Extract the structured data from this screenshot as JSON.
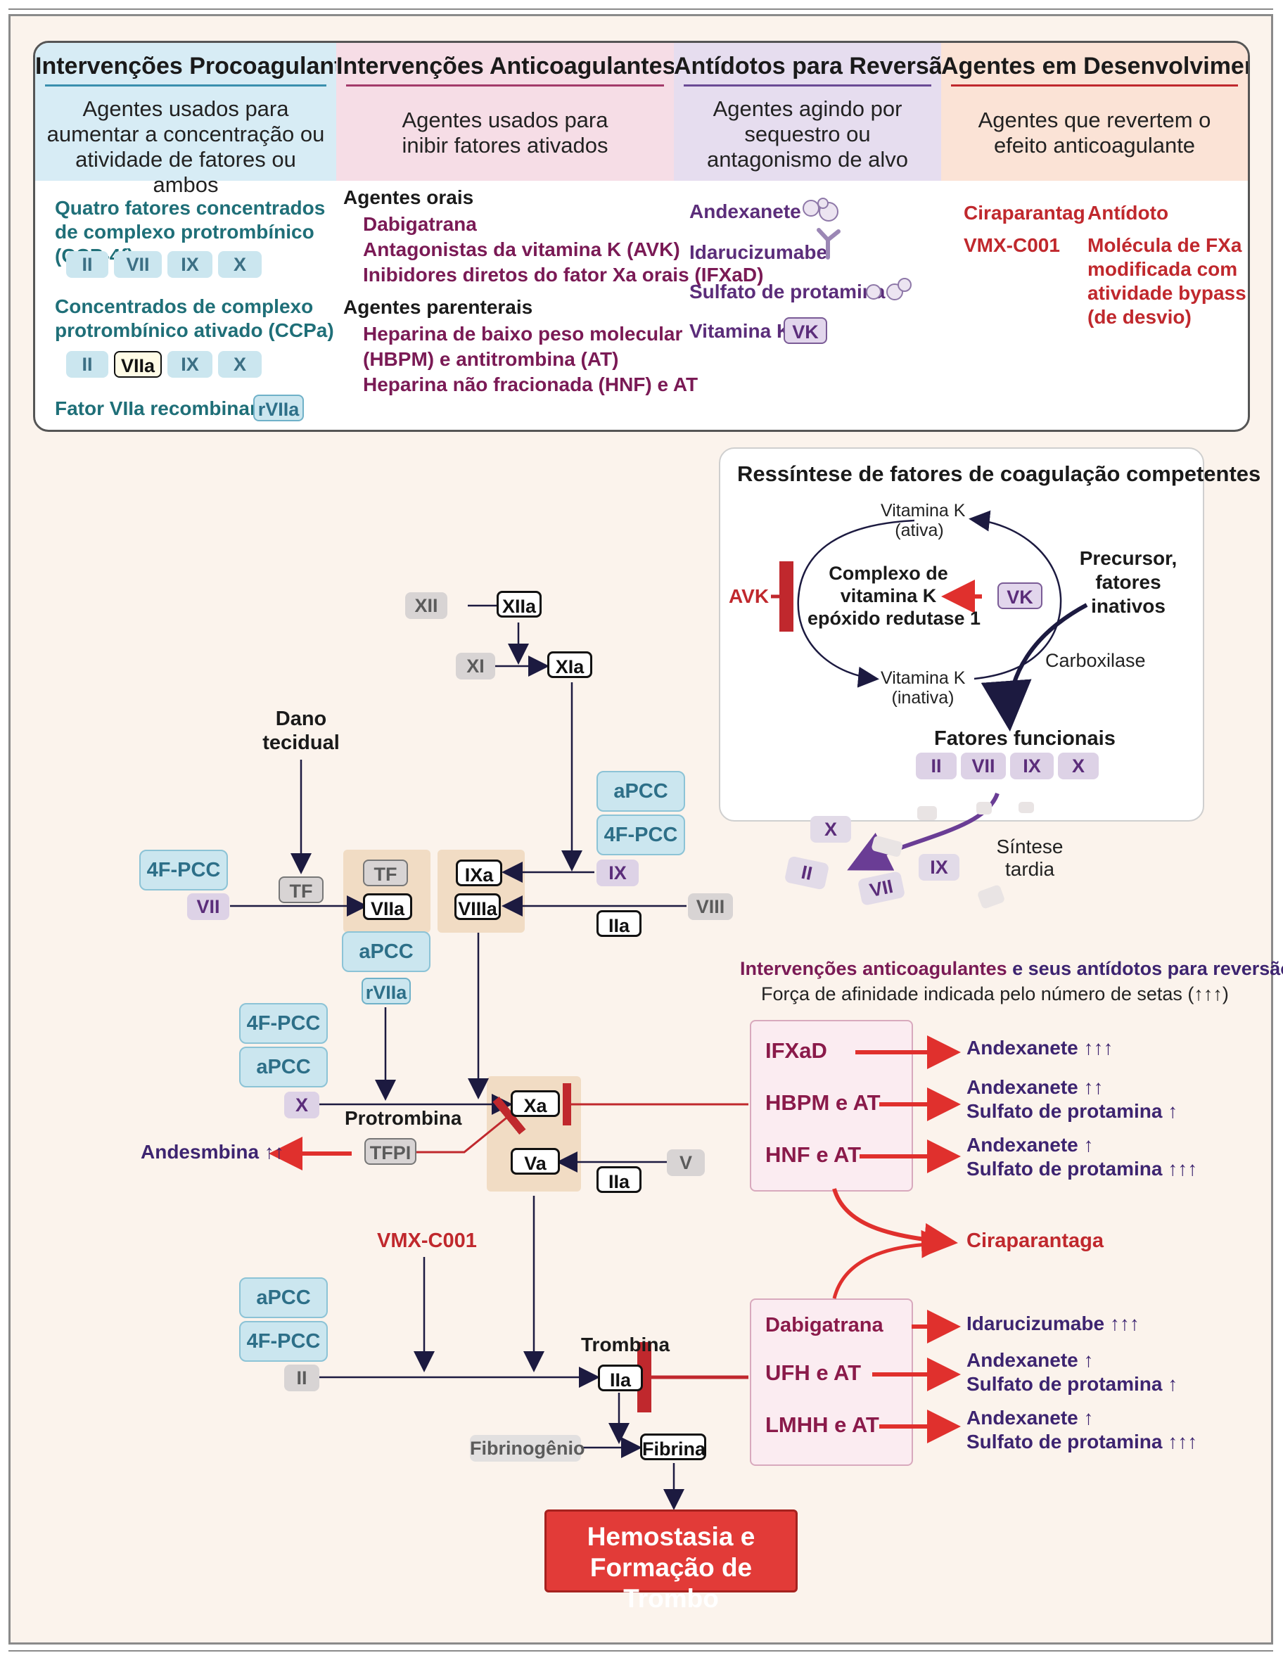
{
  "header": {
    "columns": [
      {
        "title": "Intervenções Procoagulantes",
        "subtitle": "Agentes usados para aumentar a concentração ou atividade de fatores ou ambos",
        "color": "#d7ecf5",
        "rule": "#3a8fae"
      },
      {
        "title": "Intervenções Anticoagulantes",
        "subtitle": "Agentes usados para inibir fatores ativados",
        "color": "#f6dde6",
        "rule": "#a33a6a"
      },
      {
        "title": "Antídotos para Reversão",
        "subtitle": "Agentes agindo por sequestro ou antagonismo de alvo",
        "color": "#e6ddef",
        "rule": "#6a4a95"
      },
      {
        "title": "Agentes em Desenvolvimento",
        "subtitle": "Agentes que revertem o efeito anticoagulante",
        "color": "#fbe3d6",
        "rule": "#c0282d"
      }
    ]
  },
  "procoag": {
    "ccp4f_label": "Quatro fatores concentrados de complexo protrombínico (CCP-4f)",
    "ccp4f_factors": [
      "II",
      "VII",
      "IX",
      "X"
    ],
    "ccpa_label": "Concentrados de complexo protrombínico ativado (CCPa)",
    "ccpa_factors": [
      "II",
      "VIIa",
      "IX",
      "X"
    ],
    "rviia_label": "Fator VIIa recombinante",
    "rviia_chip": "rVIIa"
  },
  "anticoag": {
    "oral_heading": "Agentes orais",
    "oral_items": [
      "Dabigatrana",
      "Antagonistas da vitamina K (AVK)",
      "Inibidores diretos do fator Xa orais (IFXaD)"
    ],
    "parenteral_heading": "Agentes parenterais",
    "parenteral_items": [
      "Heparina de baixo peso molecular",
      "(HBPM) e antitrombina (AT)",
      "Heparina não fracionada (HNF) e AT"
    ]
  },
  "antidotes": {
    "items": [
      "Andexanete",
      "Idarucizumabe",
      "Sulfato de protamina",
      "Vitamina K"
    ],
    "vk_chip": "VK"
  },
  "development": {
    "left": [
      "Ciraparantag",
      "VMX-C001"
    ],
    "right_title": "Antídoto",
    "right_lines": [
      "Molécula de FXa",
      "modificada com",
      "atividade bypass",
      "(de desvio)"
    ]
  },
  "resynthesis": {
    "title": "Ressíntese de fatores de coagulação competentes",
    "vk_active": [
      "Vitamina K",
      "(ativa)"
    ],
    "vk_inactive": [
      "Vitamina K",
      "(inativa)"
    ],
    "complex": [
      "Complexo de",
      "vitamina K",
      "epóxido redutase 1"
    ],
    "avk": "AVK",
    "vk": "VK",
    "precursor": [
      "Precursor,",
      "fatores",
      "inativos"
    ],
    "carboxylase": "Carboxilase",
    "functional_title": "Fatores funcionais",
    "functional_factors": [
      "II",
      "VII",
      "IX",
      "X"
    ],
    "late_synthesis": [
      "Síntese",
      "tardia"
    ],
    "late_factors": [
      "X",
      "II",
      "VII",
      "IX"
    ]
  },
  "cascade": {
    "xii": "XII",
    "xiia": "XIIa",
    "xi": "XI",
    "xia": "XIa",
    "tissue_damage": [
      "Dano",
      "tecidual"
    ],
    "tf": "TF",
    "vii": "VII",
    "viia": "VIIa",
    "ix": "IX",
    "ixa": "IXa",
    "viiia": "VIIIa",
    "viii": "VIII",
    "iia": "IIa",
    "x": "X",
    "xa": "Xa",
    "va": "Va",
    "v": "V",
    "prothrombin": "Protrombina",
    "tfpi": "TFPI",
    "andesmbina": "Andesmbina ↑↑",
    "vmx": "VMX-C001",
    "ii": "II",
    "thrombin": "Trombina",
    "fibrinogen": "Fibrinogênio",
    "fibrin": "Fibrina",
    "end": [
      "Hemostasia e",
      "Formação de Trombo"
    ],
    "pcc_apcc": "aPCC",
    "pcc_4f": "4F-PCC",
    "pcc_rviia": "rVIIa"
  },
  "reversal": {
    "title_a": "Intervenções anticoagulantes",
    "title_b": " e seus antídotos para reversão",
    "subtitle": "Força de afinidade indicada pelo número de setas (↑↑↑)",
    "xa_group": [
      {
        "agent": "IFXaD",
        "antidotes": [
          "Andexanete ↑↑↑"
        ]
      },
      {
        "agent": "HBPM e AT",
        "antidotes": [
          "Andexanete ↑↑",
          "Sulfato de protamina ↑"
        ]
      },
      {
        "agent": "HNF e AT",
        "antidotes": [
          "Andexanete ↑",
          "Sulfato de protamina ↑↑↑"
        ]
      }
    ],
    "ciraparantag": "Ciraparantaga",
    "iia_group": [
      {
        "agent": "Dabigatrana",
        "antidotes": [
          "Idarucizumabe ↑↑↑"
        ]
      },
      {
        "agent": "UFH e AT",
        "antidotes": [
          "Andexanete ↑",
          "Sulfato de protamina ↑"
        ]
      },
      {
        "agent": "LMHH e AT",
        "antidotes": [
          "Andexanete ↑",
          "Sulfato de protamina ↑↑↑"
        ]
      }
    ]
  }
}
